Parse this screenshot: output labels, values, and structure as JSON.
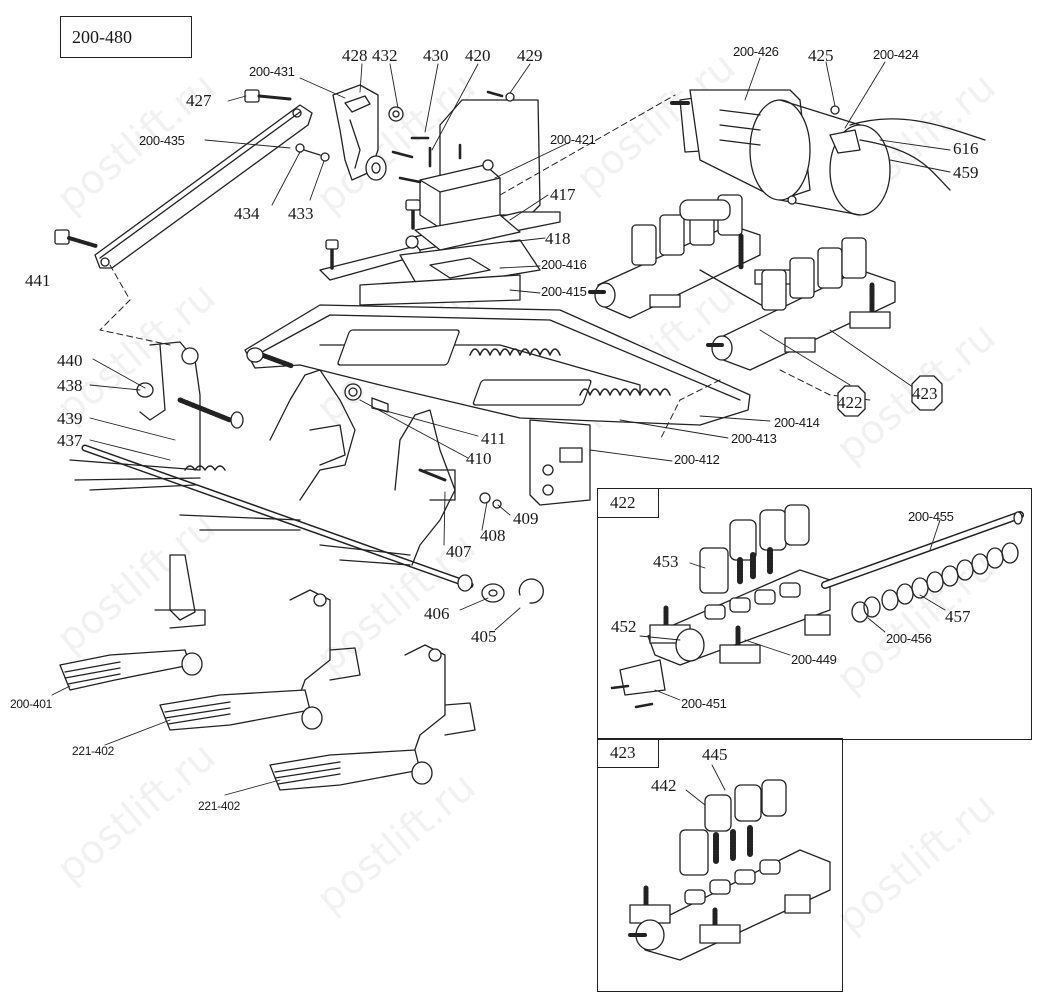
{
  "diagram": {
    "main_box_label": "200-480",
    "inset_a": {
      "title": "422"
    },
    "inset_b": {
      "title": "423"
    },
    "watermark": "postlift.ru",
    "labels": {
      "l200_431": "200-431",
      "l427": "427",
      "l428": "428",
      "l432": "432",
      "l430": "430",
      "l420": "420",
      "l429": "429",
      "l200_426": "200-426",
      "l425": "425",
      "l200_424": "200-424",
      "l616": "616",
      "l459": "459",
      "l200_435": "200-435",
      "l434": "434",
      "l433": "433",
      "l200_421": "200-421",
      "l417": "417",
      "l418": "418",
      "l200_416": "200-416",
      "l200_415": "200-415",
      "l441": "441",
      "l440": "440",
      "l438": "438",
      "l439": "439",
      "l437": "437",
      "l411": "411",
      "l410": "410",
      "l200_414": "200-414",
      "l200_413": "200-413",
      "l200_412": "200-412",
      "l422": "422",
      "l423": "423",
      "l409": "409",
      "l408": "408",
      "l407": "407",
      "l406": "406",
      "l405": "405",
      "l200_401": "200-401",
      "l221_402a": "221-402",
      "l221_402b": "221-402",
      "l453": "453",
      "l452": "452",
      "l200_455": "200-455",
      "l457": "457",
      "l200_456": "200-456",
      "l200_449": "200-449",
      "l200_451": "200-451",
      "l445": "445",
      "l442": "442"
    }
  }
}
